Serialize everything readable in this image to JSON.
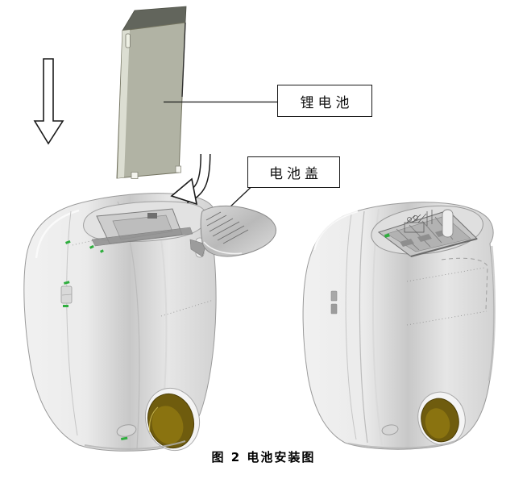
{
  "figure": {
    "caption": "图 2 电池安装图",
    "labels": {
      "battery": "锂电池",
      "cover": "电池盖"
    },
    "icons": {
      "down_arrow": "insert-direction-down-arrow",
      "curved_arrow": "cover-open-direction-arrow"
    },
    "colors": {
      "background": "#ffffff",
      "line": "#1a1a1a",
      "battery_front": "#b1b3a4",
      "battery_side": "#dcded2",
      "battery_top": "#62655c",
      "device_body": "#e9e9e9",
      "device_outline": "#9a9a9a",
      "lens_gold_dark": "#6f5c0e",
      "lens_gold": "#8a7310",
      "accent_green": "#2fae3e"
    }
  }
}
